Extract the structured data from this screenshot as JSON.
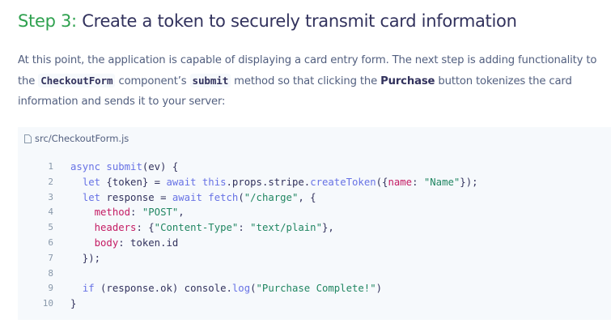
{
  "heading": {
    "step": "Step 3:",
    "title": " Create a token to securely transmit card information"
  },
  "intro": {
    "t1": "At this point, the application is capable of displaying a card entry form. The next step is adding functionality to the ",
    "code1": "CheckoutForm",
    "t2": " component’s ",
    "code2": "submit",
    "t3": " method so that clicking the ",
    "strong1": "Purchase",
    "t4": " button tokenizes the card information and sends it to your server:"
  },
  "code_block": {
    "filename": "src/CheckoutForm.js",
    "file_icon": "file-icon",
    "lines": [
      {
        "num": "1",
        "tokens": [
          [
            "kw",
            "async "
          ],
          [
            "fn",
            "submit"
          ],
          [
            "plain",
            "(ev) {"
          ]
        ]
      },
      {
        "num": "2",
        "tokens": [
          [
            "plain",
            "  "
          ],
          [
            "kw",
            "let "
          ],
          [
            "plain",
            "{token} = "
          ],
          [
            "kw",
            "await this"
          ],
          [
            "plain",
            ".props.stripe."
          ],
          [
            "fn",
            "createToken"
          ],
          [
            "plain",
            "({"
          ],
          [
            "prop",
            "name"
          ],
          [
            "plain",
            ": "
          ],
          [
            "str",
            "\"Name\""
          ],
          [
            "plain",
            "});"
          ]
        ]
      },
      {
        "num": "3",
        "tokens": [
          [
            "plain",
            "  "
          ],
          [
            "kw",
            "let "
          ],
          [
            "plain",
            "response = "
          ],
          [
            "kw",
            "await "
          ],
          [
            "fn",
            "fetch"
          ],
          [
            "plain",
            "("
          ],
          [
            "str",
            "\"/charge\""
          ],
          [
            "plain",
            ", {"
          ]
        ]
      },
      {
        "num": "4",
        "tokens": [
          [
            "plain",
            "    "
          ],
          [
            "prop",
            "method"
          ],
          [
            "plain",
            ": "
          ],
          [
            "str",
            "\"POST\""
          ],
          [
            "plain",
            ","
          ]
        ]
      },
      {
        "num": "5",
        "tokens": [
          [
            "plain",
            "    "
          ],
          [
            "prop",
            "headers"
          ],
          [
            "plain",
            ": {"
          ],
          [
            "str",
            "\"Content-Type\""
          ],
          [
            "plain",
            ": "
          ],
          [
            "str",
            "\"text/plain\""
          ],
          [
            "plain",
            "},"
          ]
        ]
      },
      {
        "num": "6",
        "tokens": [
          [
            "plain",
            "    "
          ],
          [
            "prop",
            "body"
          ],
          [
            "plain",
            ": token.id"
          ]
        ]
      },
      {
        "num": "7",
        "tokens": [
          [
            "plain",
            "  });"
          ]
        ]
      },
      {
        "num": "8",
        "tokens": [
          [
            "plain",
            ""
          ]
        ]
      },
      {
        "num": "9",
        "tokens": [
          [
            "plain",
            "  "
          ],
          [
            "kw",
            "if "
          ],
          [
            "plain",
            "(response.ok) console."
          ],
          [
            "fn",
            "log"
          ],
          [
            "plain",
            "("
          ],
          [
            "str",
            "\"Purchase Complete!\""
          ],
          [
            "plain",
            ")"
          ]
        ]
      },
      {
        "num": "10",
        "tokens": [
          [
            "plain",
            "}"
          ]
        ]
      }
    ]
  }
}
